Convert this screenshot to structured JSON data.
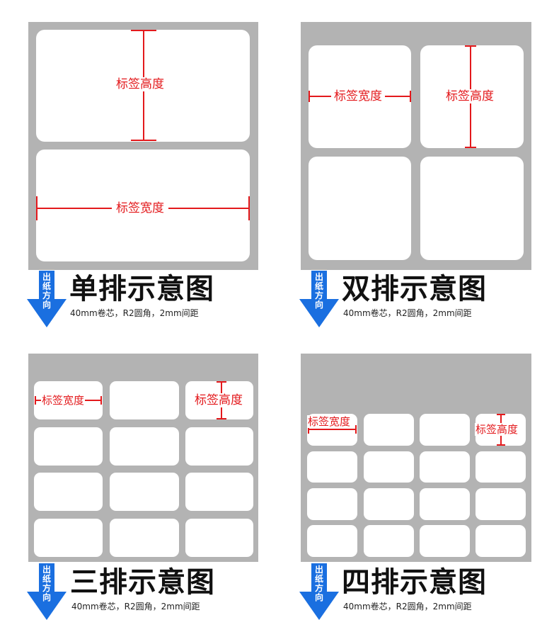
{
  "colors": {
    "panel": "#b3b3b3",
    "label": "#ffffff",
    "measure": "#e3191c",
    "arrow": "#1a6fe0"
  },
  "measure_text": {
    "height": "标签高度",
    "width": "标签宽度"
  },
  "direction_text": "出纸方向",
  "arrow_icon": "down-arrow-icon",
  "diagrams": [
    {
      "title": "单排示意图",
      "subtitle": "40mm卷芯，R2圆角，2mm间距"
    },
    {
      "title": "双排示意图",
      "subtitle": "40mm卷芯，R2圆角，2mm间距"
    },
    {
      "title": "三排示意图",
      "subtitle": "40mm卷芯，R2圆角，2mm间距"
    },
    {
      "title": "四排示意图",
      "subtitle": "40mm卷芯，R2圆角，2mm间距"
    }
  ]
}
